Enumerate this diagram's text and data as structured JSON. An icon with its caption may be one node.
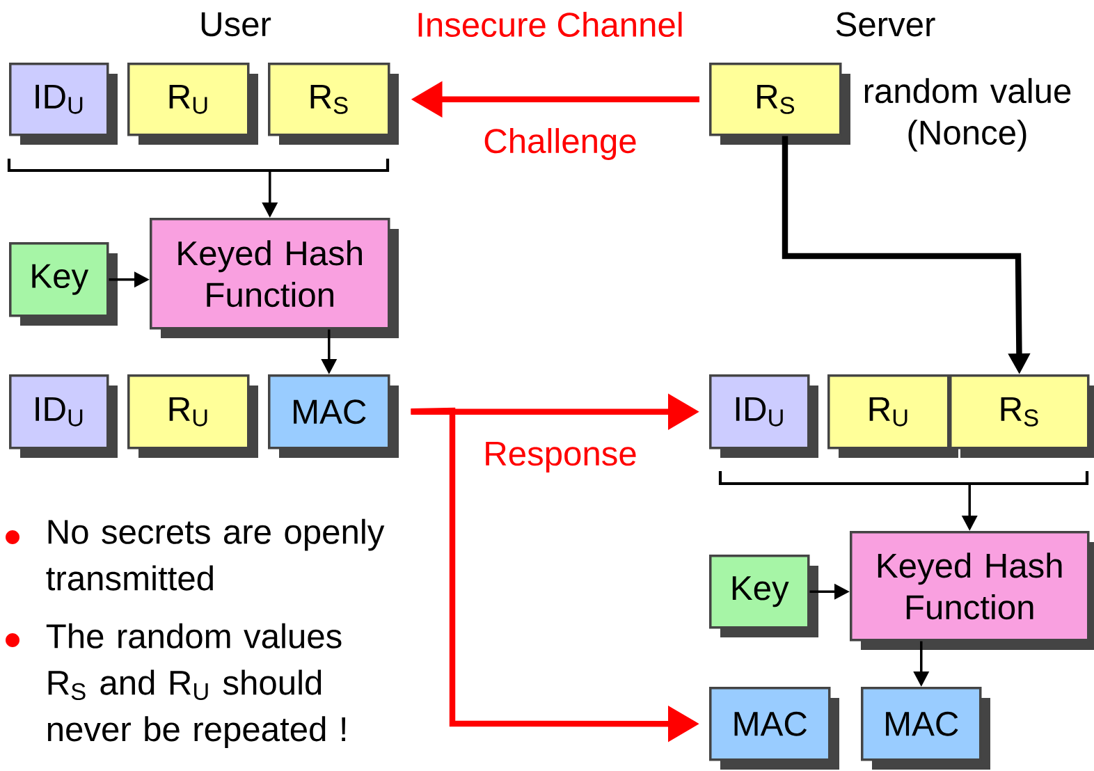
{
  "diagram": {
    "nodes": [
      {
        "text": [
          "ID$_{U}$"
        ]
      },
      {
        "text": [
          "R$_{U}$"
        ]
      },
      {
        "text": [
          "R$_{S}$"
        ]
      },
      {
        "text": [
          "Key"
        ]
      },
      {
        "text": [
          "Keyed Hash Function"
        ]
      },
      {
        "text": [
          "ID$_{U}$"
        ]
      },
      {
        "text": [
          "R$_{U}$"
        ]
      },
      {
        "text": [
          "MAC"
        ]
      },
      {
        "text": [
          "R$_{S}$"
        ],
        "beside": [
          "random value (Nonce)"
        ]
      },
      {
        "text": [
          "ID$_{U}$"
        ]
      },
      {
        "text": [
          "R$_{U}$"
        ]
      },
      {
        "text": [
          "R$_{S}$"
        ]
      },
      {
        "text": [
          "Key"
        ]
      },
      {
        "text": [
          "Keyed Hash Function"
        ]
      },
      {
        "text": [
          "MAC"
        ]
      },
      {
        "text": [
          "MAC"
        ]
      },
      {
        "text": [],
        "shape": "bracket"
      },
      {
        "text": [],
        "shape": "bracket"
      }
    ],
    "edges": [
      {
        "from": 16,
        "to": 4,
        "arrow": "to"
      },
      {
        "from": 3,
        "to": 4,
        "arrow": "to"
      },
      {
        "from": 4,
        "to": 7,
        "arrow": "to"
      },
      {
        "from": 8,
        "to": 2,
        "arrow": "to",
        "label": "Challenge",
        "style": "thick",
        "color": "#ff0000"
      },
      {
        "from": 8,
        "to": 11,
        "arrow": "to",
        "style": "thick"
      },
      {
        "from": 7,
        "to": 9,
        "arrow": "to",
        "label": "Response",
        "style": "thick",
        "color": "#ff0000"
      },
      {
        "from": 7,
        "to": 14,
        "arrow": "to",
        "style": "thick",
        "color": "#ff0000"
      },
      {
        "from": 17,
        "to": 13,
        "arrow": "to"
      },
      {
        "from": 12,
        "to": 13,
        "arrow": "to"
      },
      {
        "from": 13,
        "to": 15,
        "arrow": "to"
      }
    ],
    "labels": [
      "User",
      "Insecure Channel",
      "Server",
      "No secrets are openly transmitted",
      "The random values R$_{S}$ and R$_{U}$ should never be repeated !"
    ]
  }
}
